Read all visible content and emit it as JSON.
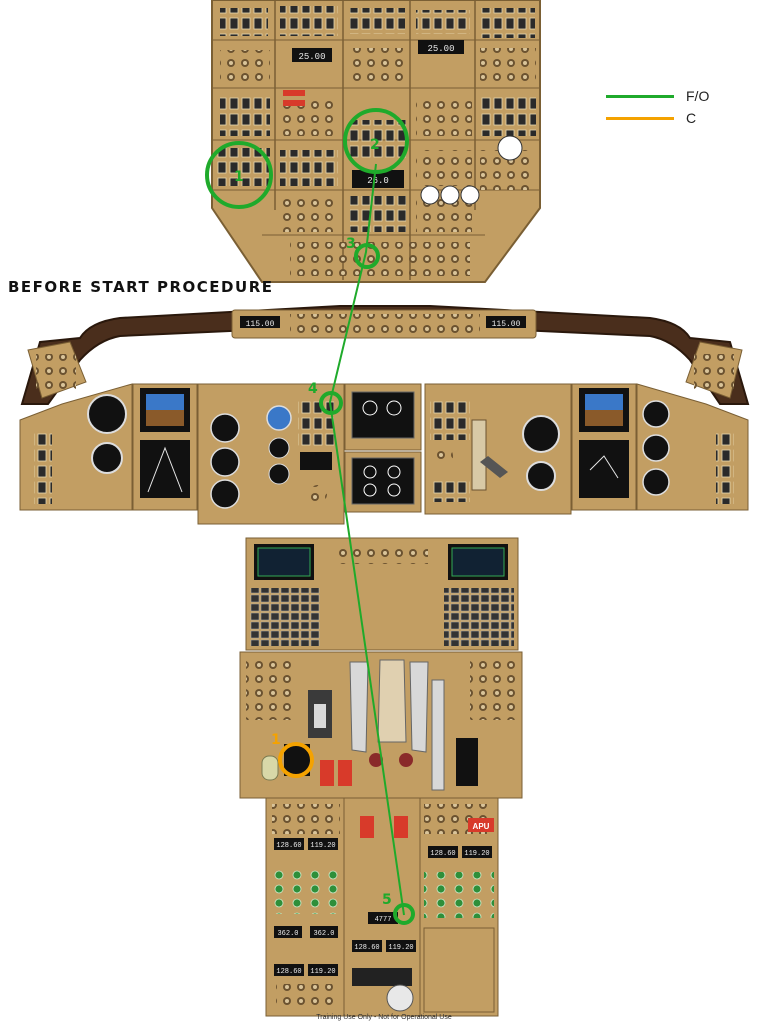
{
  "title": "BEFORE START PROCEDURE",
  "legend": [
    {
      "label": "F/O",
      "color": "#1faa2b"
    },
    {
      "label": "C",
      "color": "#f4a200"
    }
  ],
  "steps": [
    {
      "label": "1",
      "role": "F/O"
    },
    {
      "label": "2",
      "role": "F/O"
    },
    {
      "label": "3",
      "role": "F/O"
    },
    {
      "label": "4",
      "role": "F/O"
    },
    {
      "label": "5",
      "role": "F/O"
    },
    {
      "label": "1",
      "role": "C"
    }
  ],
  "displays": {
    "overhead_readout_1": "25.00",
    "overhead_readout_2": "25.00",
    "overhead_readout_3": "26.0",
    "glareshield_left": "115.00",
    "glareshield_right": "115.00",
    "pedestal_left_1": "128.60",
    "pedestal_left_2": "119.20",
    "pedestal_right_1": "128.60",
    "pedestal_right_2": "119.20",
    "pedestal_center_1": "128.60",
    "pedestal_center_2": "119.20",
    "pedestal_low_1": "362.0",
    "pedestal_low_2": "362.0",
    "pedestal_low_3": "128.60",
    "pedestal_low_4": "119.20",
    "transponder": "4777"
  },
  "placards": {
    "apu": "APU"
  },
  "footer": "Training Use Only - Not for Operational Use",
  "colors": {
    "panel": "#c29e63",
    "panel_dark": "#8a6d3e",
    "glareshield": "#4a2e1c",
    "fo_path": "#1faa2b",
    "captain_path": "#f4a200"
  }
}
